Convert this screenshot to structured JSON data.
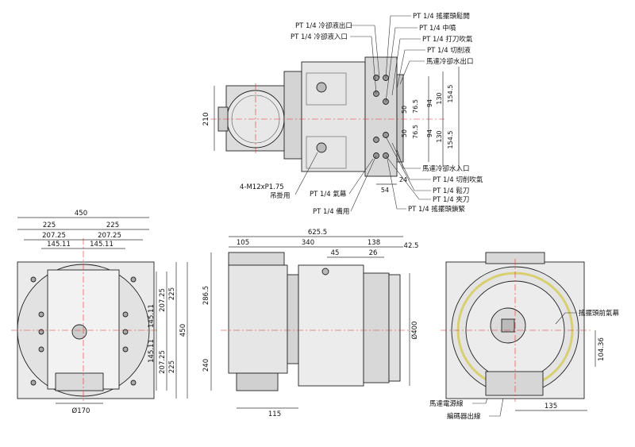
{
  "top_view": {
    "callouts_top_left": [
      "PT 1/4 冷卻液出口",
      "PT 1/4 冷卻液入口"
    ],
    "callouts_top_right": [
      "PT 1/4 搖擺頭鬆開",
      "PT 1/4 中噴",
      "PT 1/4 打刀吹氣",
      "PT 1/4 切削液",
      "馬達冷卻水出口"
    ],
    "callouts_bottom_right": [
      "馬達冷卻水入口",
      "PT 1/4 切削吹氣",
      "PT 1/4 鬆刀",
      "PT 1/4 夾刀",
      "PT 1/4 搖擺頭鎖緊"
    ],
    "callouts_bottom_left": [
      "4-M12xP1.75",
      "吊掛用",
      "PT 1/4 氣幕",
      "PT 1/4 備用"
    ],
    "dim_height": "210",
    "dim_small": [
      "50",
      "50",
      "76.5",
      "76.5",
      "94",
      "94",
      "130",
      "130",
      "154.5",
      "154.5"
    ],
    "dim_bottom": [
      "54",
      "24"
    ]
  },
  "front_view": {
    "dims_top": [
      "450",
      "225",
      "225",
      "207.25",
      "207.25",
      "145.11",
      "145.11"
    ],
    "dims_right": [
      "207.25",
      "145.11",
      "145.11",
      "207.25",
      "225",
      "225",
      "450"
    ],
    "dim_bottom": "Ø170"
  },
  "side_view": {
    "dims_top": [
      "625.5",
      "105",
      "340",
      "138",
      "42.5",
      "45",
      "26"
    ],
    "dims_left": [
      "286.5",
      "240"
    ],
    "dim_dia": "Ø400",
    "dim_bottom": "115",
    "callouts": [
      "馬達電源線",
      "編碼器出線"
    ]
  },
  "rear_view": {
    "callout": "搖擺頭前氣幕",
    "dim_right": "104.36",
    "dim_bottom": "135"
  }
}
